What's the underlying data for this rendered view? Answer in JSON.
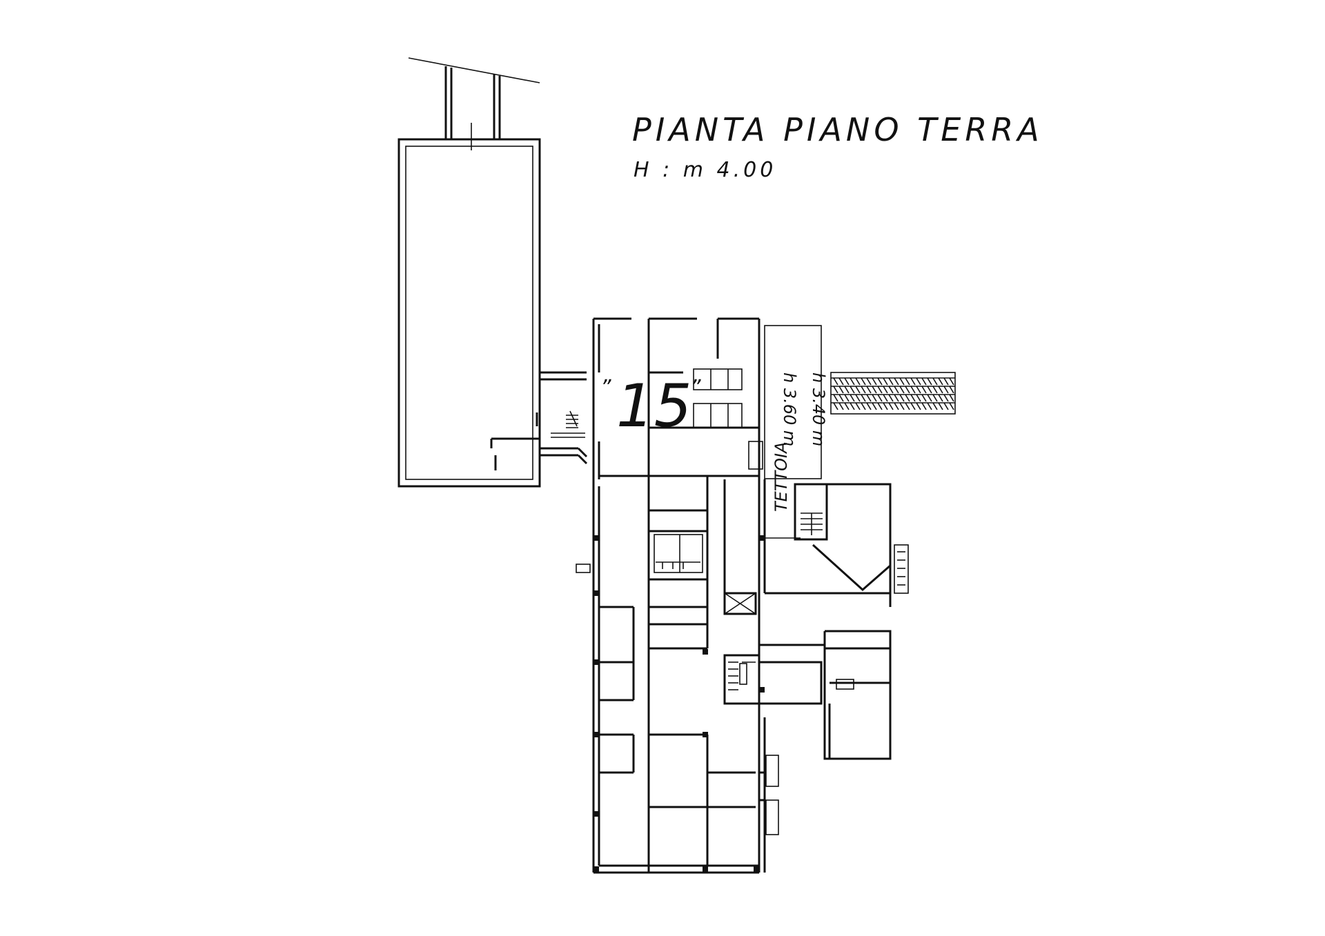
{
  "plan": {
    "title": "PIANTA PIANO TERRA",
    "height_note": "H : m 4.00",
    "building_number": "15",
    "quote_open": "”",
    "quote_close": "”",
    "canopy_label": "TETTOIA",
    "canopy_height_1": "h 3.60 m",
    "canopy_height_2": "h 3.40 m"
  }
}
